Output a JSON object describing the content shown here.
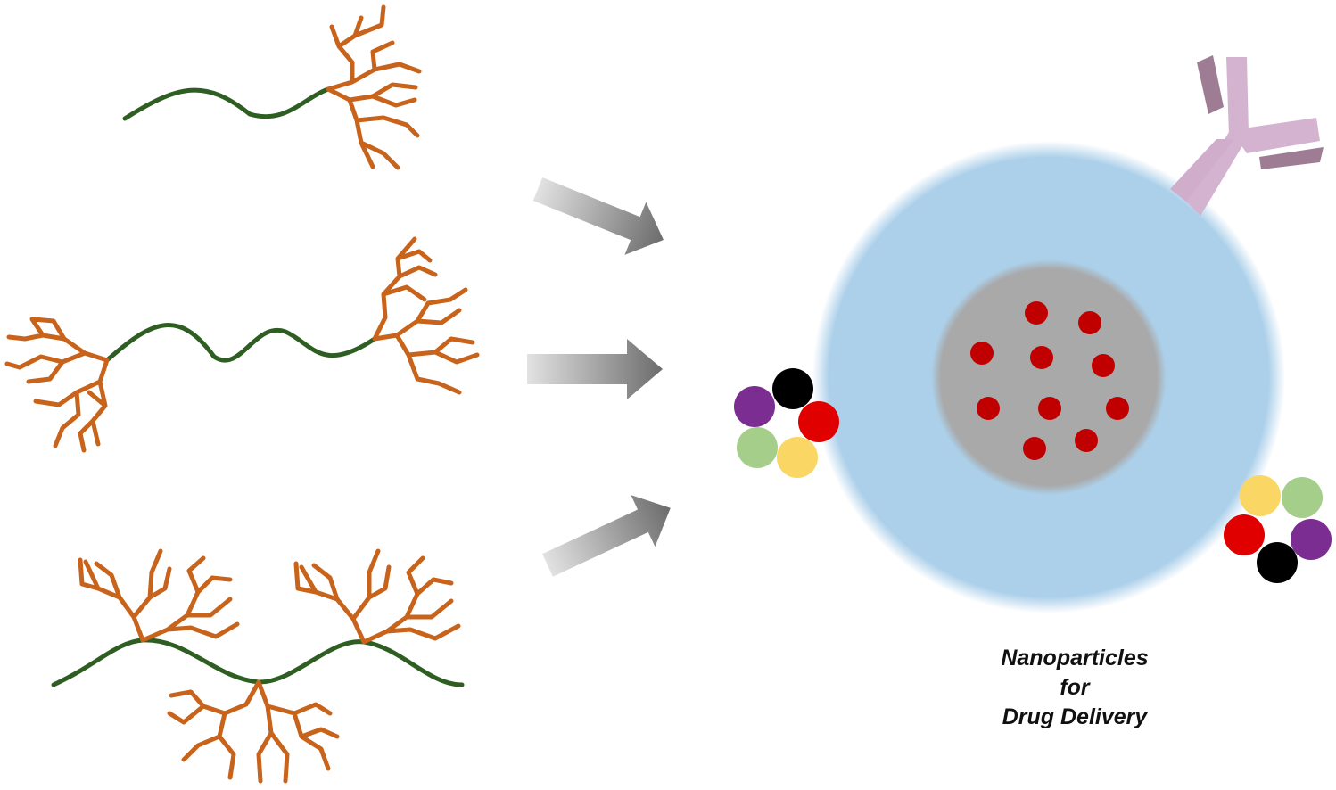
{
  "caption": {
    "line1": "Nanoparticles",
    "line2": "for",
    "line3": "Drug Delivery"
  },
  "colors": {
    "polymer_backbone": "#2e5e22",
    "dendron": "#c8631c",
    "nanoparticle_shell": "#acd0ea",
    "nanoparticle_core": "#aaaaaa",
    "drug": "#c00000",
    "antibody": "#d4b3d0",
    "antibody_shade": "#9e7d94",
    "ligand_colors": [
      "#7b2d91",
      "#000000",
      "#e00000",
      "#a5ce8b",
      "#fad664"
    ]
  },
  "elements": {
    "polymer_architectures": [
      "linear-dendritic",
      "dendritic-linear-dendritic",
      "dendronized"
    ],
    "drug_count": 10,
    "ligand_clusters": 2,
    "arrows": 3
  }
}
